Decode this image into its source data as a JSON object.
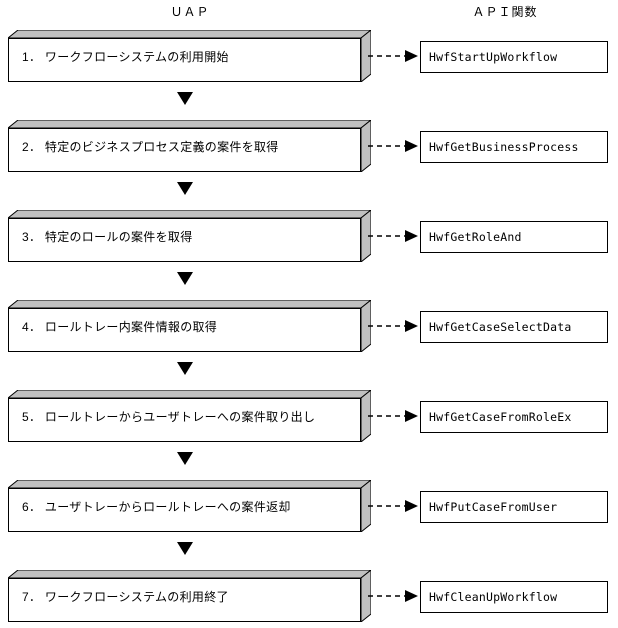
{
  "headers": {
    "left": "ＵＡＰ",
    "right": "ＡＰＩ関数"
  },
  "colors": {
    "box_face": "#ffffff",
    "box_shade": "#c0c0c0",
    "outline": "#000000",
    "background": "#ffffff"
  },
  "icons": {
    "flow_arrow": "down-triangle-icon",
    "call_arrow": "dashed-right-arrow-icon"
  },
  "steps": [
    {
      "number": "1．",
      "label": "1． ワークフローシステムの利用開始",
      "api": "HwfStartUpWorkflow"
    },
    {
      "number": "2．",
      "label": "2． 特定のビジネスプロセス定義の案件を取得",
      "api": "HwfGetBusinessProcess"
    },
    {
      "number": "3．",
      "label": "3． 特定のロールの案件を取得",
      "api": "HwfGetRoleAnd"
    },
    {
      "number": "4．",
      "label": "4． ロールトレー内案件情報の取得",
      "api": "HwfGetCaseSelectData"
    },
    {
      "number": "5．",
      "label": "5． ロールトレーからユーザトレーへの案件取り出し",
      "api": "HwfGetCaseFromRoleEx"
    },
    {
      "number": "6．",
      "label": "6． ユーザトレーからロールトレーへの案件返却",
      "api": "HwfPutCaseFromUser"
    },
    {
      "number": "7．",
      "label": "7． ワークフローシステムの利用終了",
      "api": "HwfCleanUpWorkflow"
    }
  ]
}
